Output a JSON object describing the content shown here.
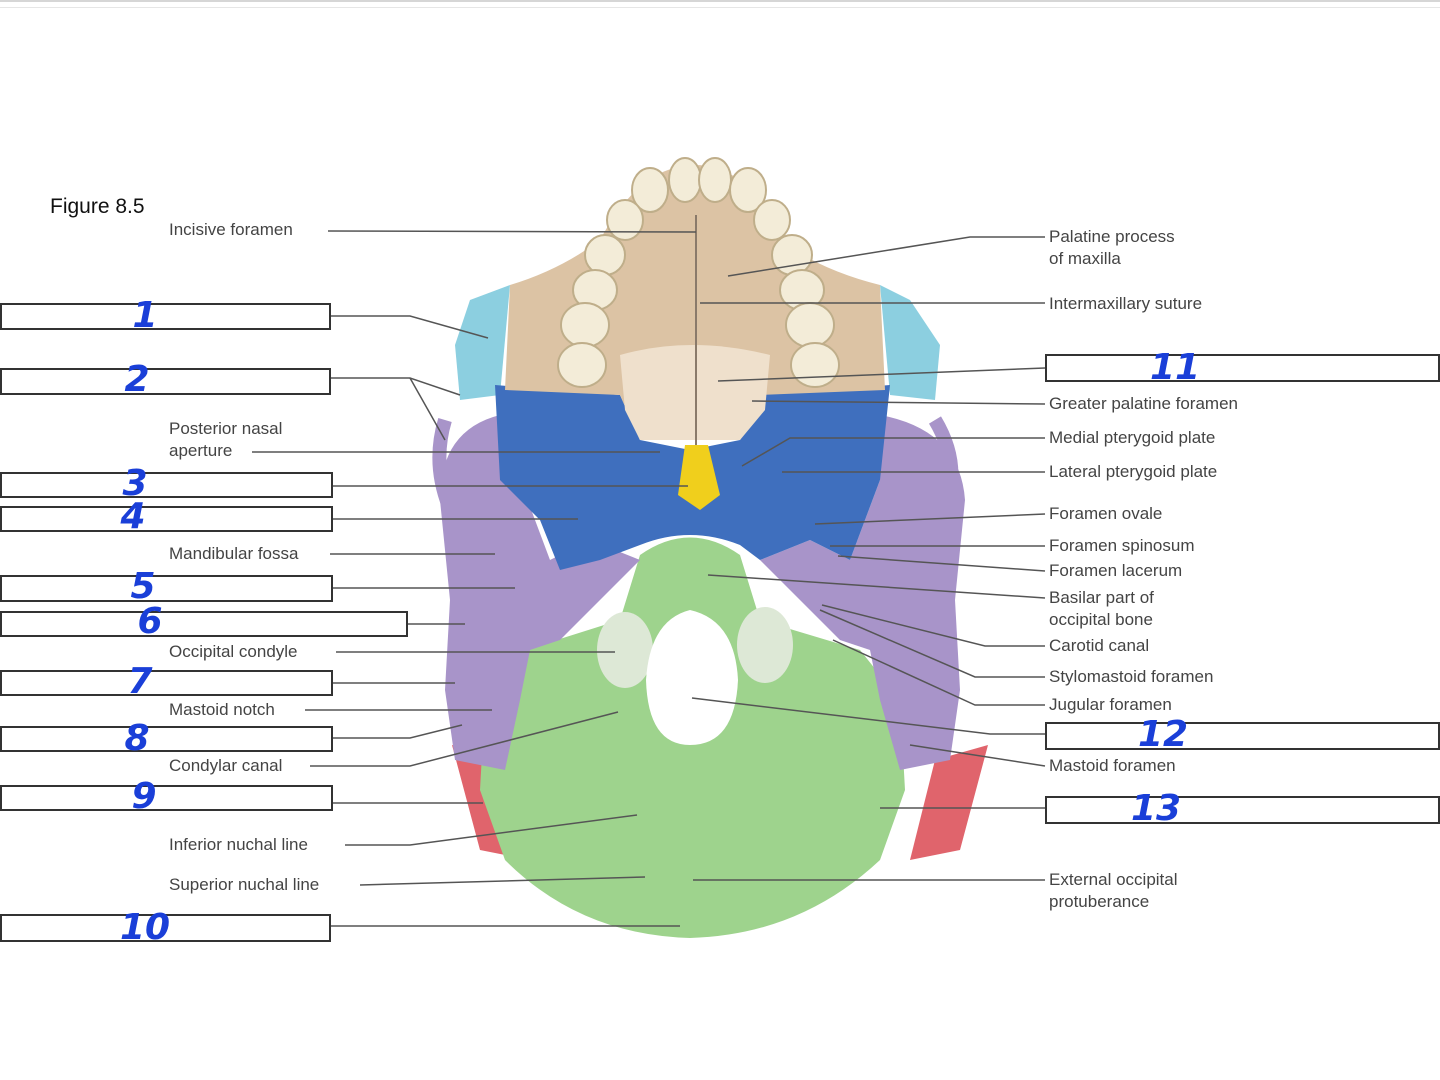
{
  "figure_title": "Figure 8.5",
  "left_labels": [
    {
      "id": "incisive-foramen",
      "text": "Incisive foramen"
    },
    {
      "id": "posterior-nasal-aperture",
      "text": "Posterior nasal\naperture"
    },
    {
      "id": "mandibular-fossa",
      "text": "Mandibular fossa"
    },
    {
      "id": "occipital-condyle",
      "text": "Occipital condyle"
    },
    {
      "id": "mastoid-notch",
      "text": "Mastoid notch"
    },
    {
      "id": "condylar-canal",
      "text": "Condylar canal"
    },
    {
      "id": "inferior-nuchal-line",
      "text": "Inferior nuchal line"
    },
    {
      "id": "superior-nuchal-line",
      "text": "Superior nuchal line"
    }
  ],
  "right_labels": [
    {
      "id": "palatine-process-of-maxilla",
      "text": "Palatine process\nof maxilla"
    },
    {
      "id": "intermaxillary-suture",
      "text": "Intermaxillary suture"
    },
    {
      "id": "greater-palatine-foramen",
      "text": "Greater palatine foramen"
    },
    {
      "id": "medial-pterygoid-plate",
      "text": "Medial pterygoid plate"
    },
    {
      "id": "lateral-pterygoid-plate",
      "text": "Lateral pterygoid plate"
    },
    {
      "id": "foramen-ovale",
      "text": "Foramen ovale"
    },
    {
      "id": "foramen-spinosum",
      "text": "Foramen spinosum"
    },
    {
      "id": "foramen-lacerum",
      "text": "Foramen lacerum"
    },
    {
      "id": "basilar-part-of-occipital-bone",
      "text": "Basilar part of\noccipital bone"
    },
    {
      "id": "carotid-canal",
      "text": "Carotid canal"
    },
    {
      "id": "stylomastoid-foramen",
      "text": "Stylomastoid foramen"
    },
    {
      "id": "jugular-foramen",
      "text": "Jugular foramen"
    },
    {
      "id": "mastoid-foramen",
      "text": "Mastoid foramen"
    },
    {
      "id": "external-occipital-protuberance",
      "text": "External occipital\nprotuberance"
    }
  ],
  "answer_boxes": [
    {
      "id": "box-1",
      "number": "1"
    },
    {
      "id": "box-2",
      "number": "2"
    },
    {
      "id": "box-3",
      "number": "3"
    },
    {
      "id": "box-4",
      "number": "4"
    },
    {
      "id": "box-5",
      "number": "5"
    },
    {
      "id": "box-6",
      "number": "6"
    },
    {
      "id": "box-7",
      "number": "7"
    },
    {
      "id": "box-8",
      "number": "8"
    },
    {
      "id": "box-9",
      "number": "9"
    },
    {
      "id": "box-10",
      "number": "10"
    },
    {
      "id": "box-11",
      "number": "11"
    },
    {
      "id": "box-12",
      "number": "12"
    },
    {
      "id": "box-13",
      "number": "13"
    }
  ],
  "colors": {
    "maxilla": "#dcc3a4",
    "sphenoid": "#3f6fbe",
    "zygomatic": "#8ccfe0",
    "temporal": "#a894c9",
    "occipital": "#9ed38d",
    "parietal": "#e0646c",
    "vomer": "#f0cf1c",
    "palatine": "#efe0cc",
    "handwriting": "#1a3fd8"
  }
}
